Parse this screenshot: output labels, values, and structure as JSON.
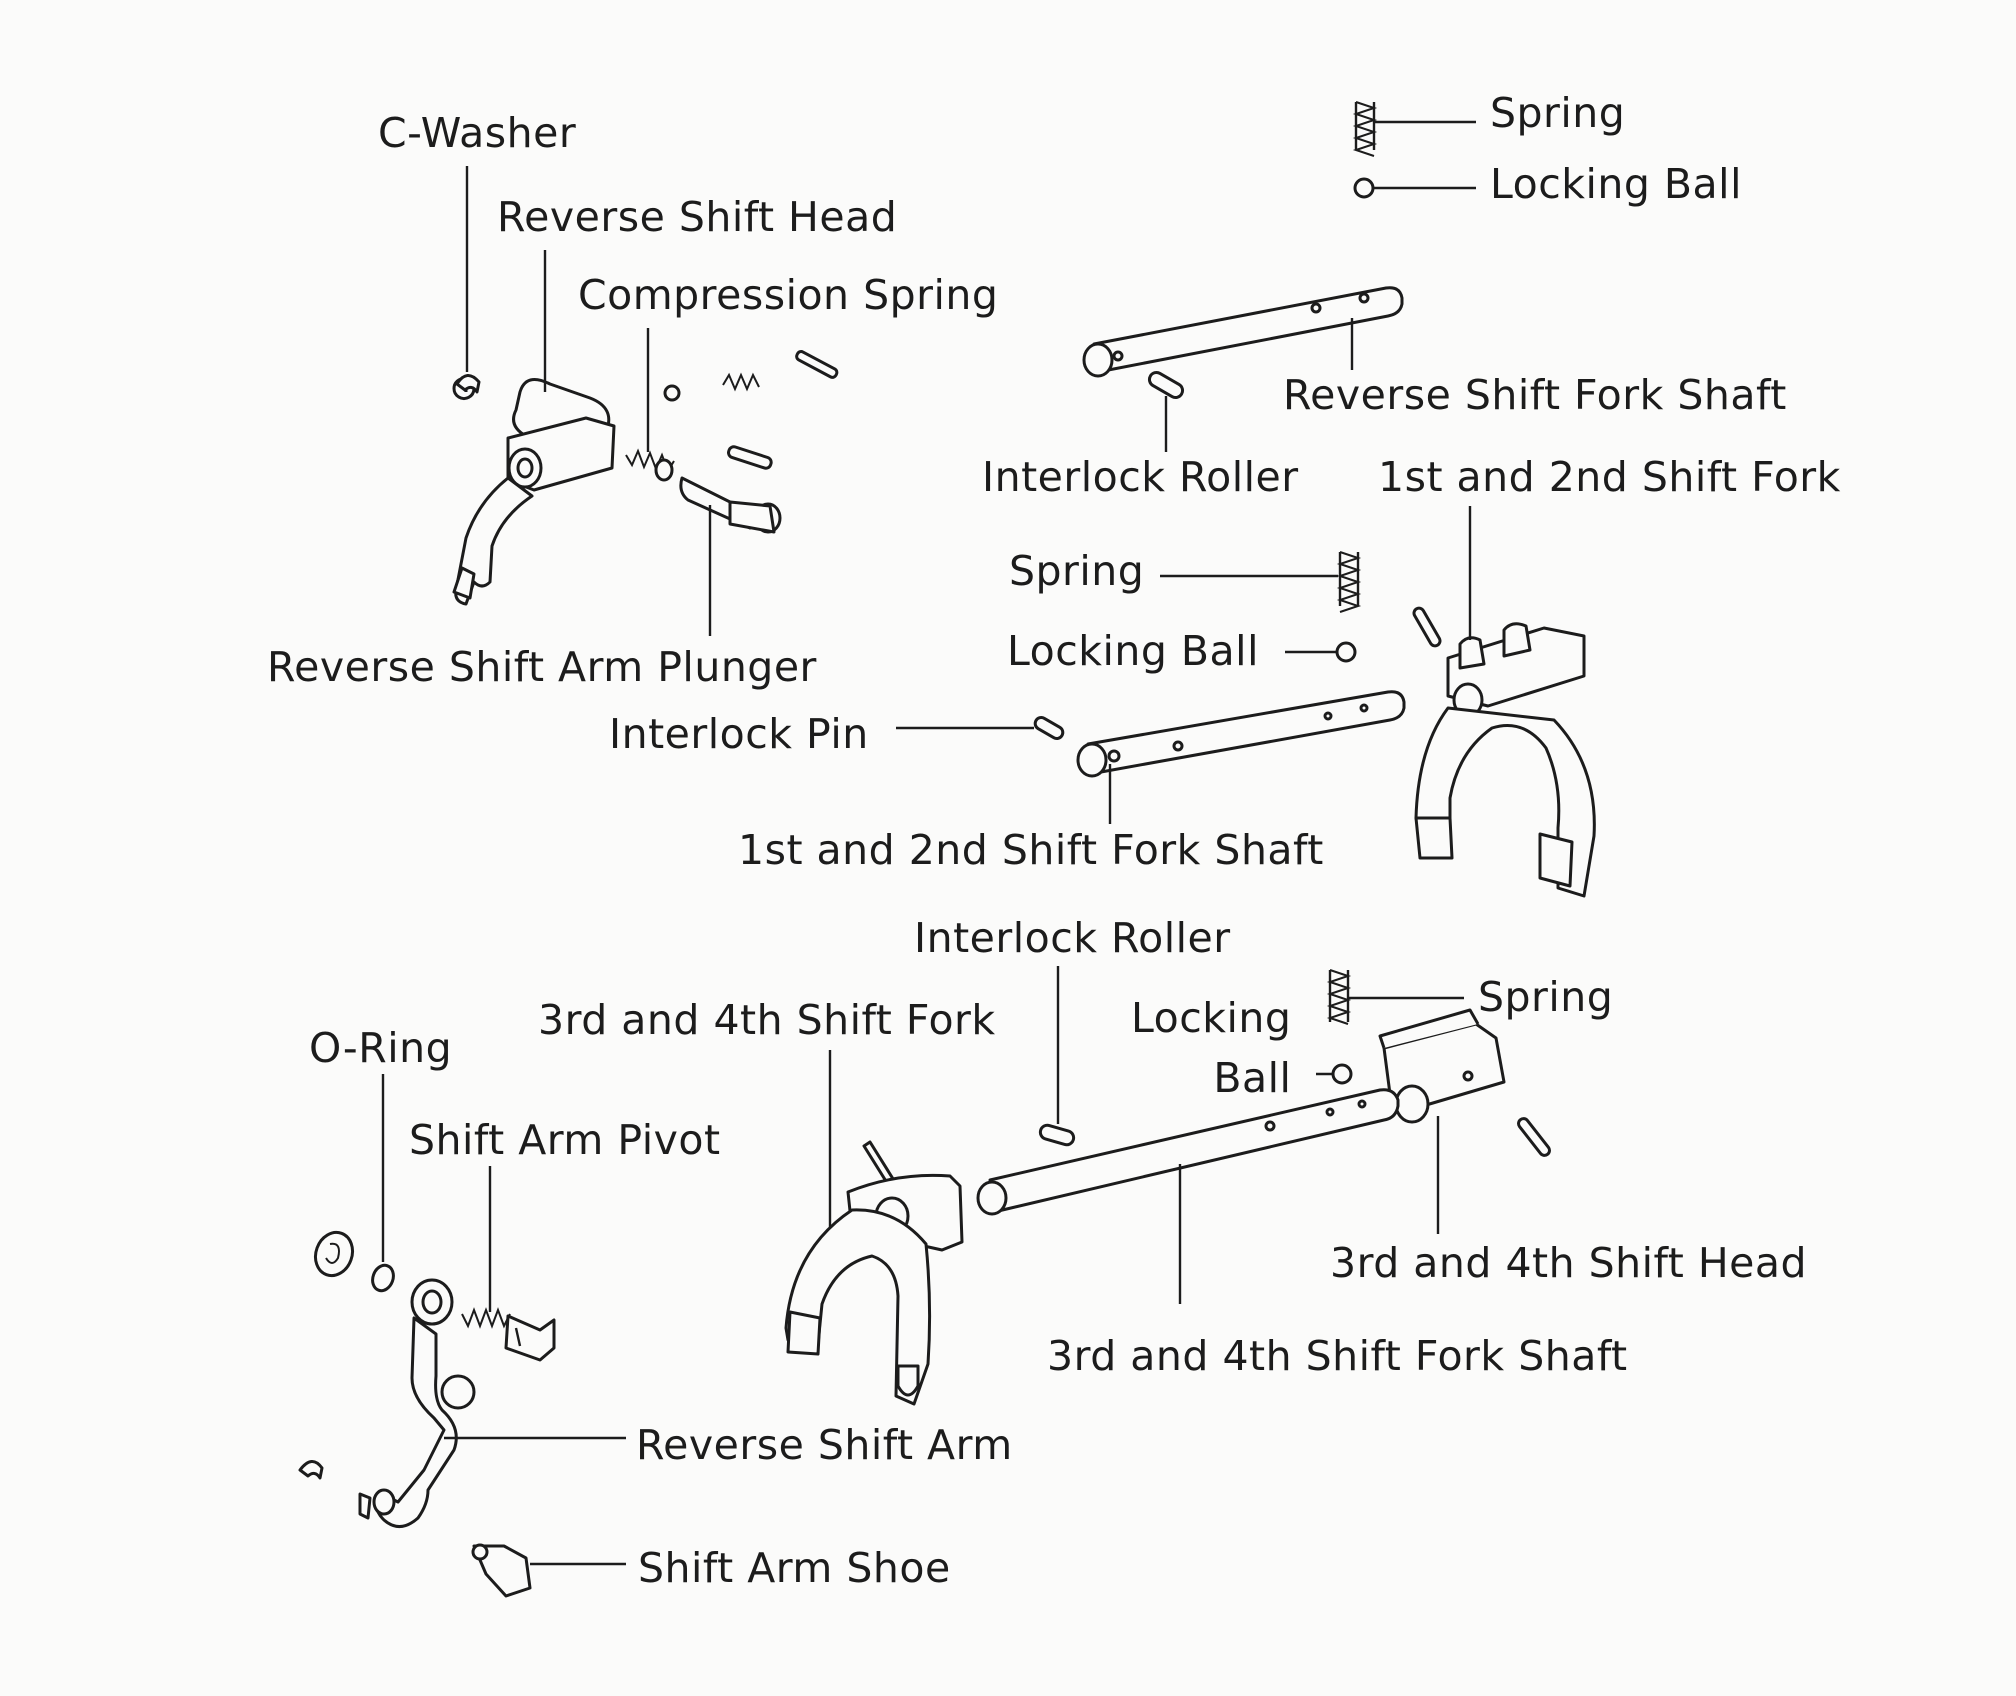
{
  "labels": {
    "c_washer": "C-Washer",
    "reverse_shift_head": "Reverse Shift Head",
    "compression_spring": "Compression Spring",
    "reverse_shift_arm_plunger": "Reverse Shift Arm Plunger",
    "spring_top": "Spring",
    "locking_ball_top": "Locking Ball",
    "reverse_shift_fork_shaft": "Reverse Shift Fork Shaft",
    "interlock_roller_upper": "Interlock Roller",
    "first_second_shift_fork": "1st and 2nd Shift Fork",
    "spring_mid": "Spring",
    "locking_ball_mid": "Locking Ball",
    "interlock_pin": "Interlock Pin",
    "first_second_shift_fork_shaft": "1st and 2nd Shift Fork Shaft",
    "interlock_roller_lower": "Interlock Roller",
    "third_fourth_shift_fork": "3rd and 4th Shift Fork",
    "locking_ball_lower": "Locking\nBall",
    "spring_lower": "Spring",
    "o_ring": "O-Ring",
    "shift_arm_pivot": "Shift Arm Pivot",
    "third_fourth_shift_head": "3rd and 4th Shift Head",
    "third_fourth_shift_fork_shaft": "3rd and 4th Shift Fork Shaft",
    "reverse_shift_arm": "Reverse Shift Arm",
    "shift_arm_shoe": "Shift Arm Shoe"
  }
}
